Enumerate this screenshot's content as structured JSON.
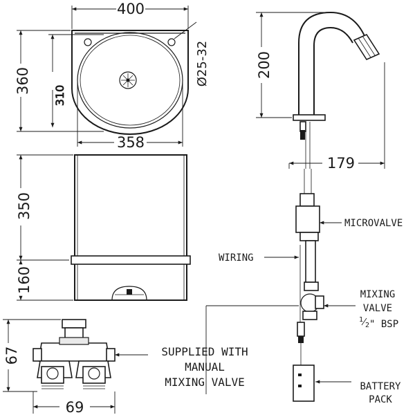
{
  "dimensions": {
    "basin_width": "400",
    "basin_depth": "360",
    "bowl_depth": "310",
    "bowl_width": "358",
    "tap_hole": "Ø25-32",
    "spout_height": "200",
    "spout_reach": "179",
    "shroud_upper": "350",
    "shroud_lower": "160",
    "valve_height": "67",
    "valve_width": "69"
  },
  "labels": {
    "microvalve": "MICROVALVE",
    "wiring": "WIRING",
    "mixing_line1": "MIXING",
    "mixing_line2": "VALVE",
    "mixing_line3_num": "1",
    "mixing_line3_den": "2",
    "mixing_line3_rest": "\" BSP",
    "supplied_line1": "SUPPLIED WITH",
    "supplied_line2": "MANUAL",
    "supplied_line3": "MIXING VALVE",
    "battery_line1": "BATTERY",
    "battery_line2": "PACK"
  }
}
